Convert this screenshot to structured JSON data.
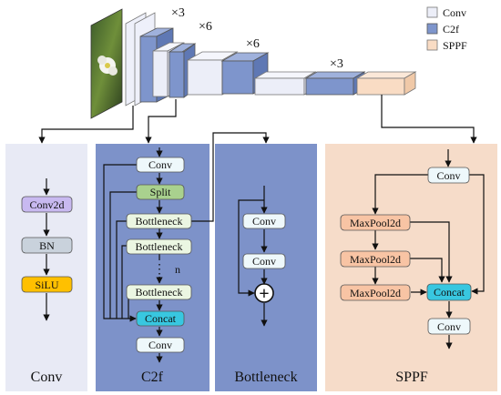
{
  "legend": [
    {
      "label": "Conv",
      "color": "#eceef8"
    },
    {
      "label": "C2f",
      "color": "#7e95cc"
    },
    {
      "label": "SPPF",
      "color": "#f9dcc4"
    }
  ],
  "multipliers": [
    "×3",
    "×6",
    "×6",
    "×3"
  ],
  "panels": {
    "conv": {
      "title": "Conv",
      "nodes": [
        "Conv2d",
        "BN",
        "SiLU"
      ]
    },
    "c2f": {
      "title": "C2f",
      "nodes": [
        "Conv",
        "Split",
        "Bottleneck",
        "Bottleneck",
        "Bottleneck",
        "Concat",
        "Conv"
      ],
      "repeat_label": "n"
    },
    "bottleneck": {
      "title": "Bottleneck",
      "nodes": [
        "Conv",
        "Conv"
      ],
      "add_symbol": "+"
    },
    "sppf": {
      "title": "SPPF",
      "nodes": [
        "Conv",
        "MaxPool2d",
        "MaxPool2d",
        "MaxPool2d",
        "Concat",
        "Conv"
      ]
    }
  },
  "colors": {
    "conv_panel_bg": "#e8eaf5",
    "c2f_panel_bg": "#7d92c9",
    "sppf_panel_bg": "#f6dcc9",
    "node_light": "#eef8fb",
    "node_green": "#a9d18e",
    "node_purple": "#c8b9f0",
    "node_gray": "#c9d2dc",
    "node_orange": "#ffc000",
    "node_cyan": "#38c7e0",
    "node_salmon": "#f8c4a4"
  }
}
